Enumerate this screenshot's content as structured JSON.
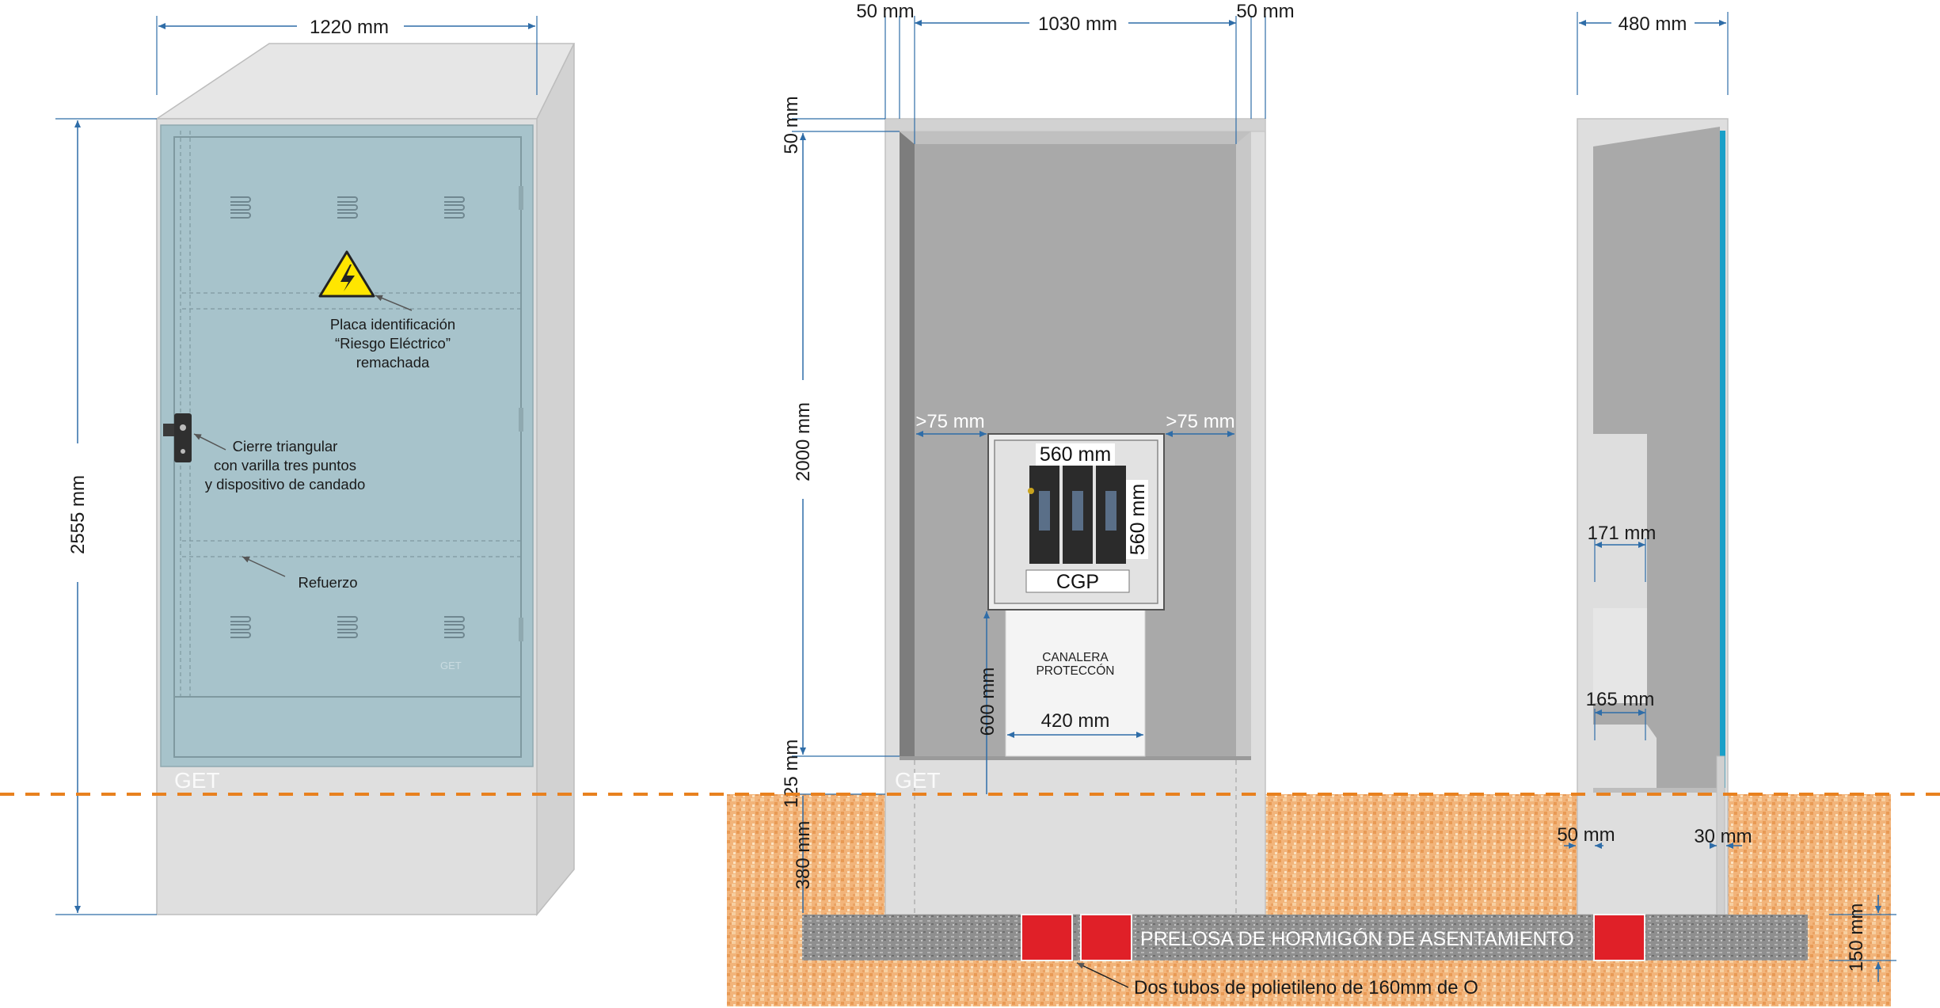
{
  "colors": {
    "dimension_line": "#2f6da8",
    "cabinet_body": "#dedede",
    "door_panel": "#a8c4cc",
    "ground_level_line": "#e8811f",
    "soil": "#f1b57c",
    "slab": "#8c8c8c",
    "duct_tube": "#e02028",
    "warning_sign": "#ffe600",
    "side_door_edge": "#1aa0c8"
  },
  "front_view": {
    "width_dim": "1220 mm",
    "height_dim": "2555 mm",
    "brand": "GET",
    "door_brand": "GET",
    "callouts": {
      "sign": [
        "Placa identificación",
        "“Riesgo Eléctrico”",
        "remachada"
      ],
      "lock": [
        "Cierre triangular",
        "con varilla tres puntos",
        "y dispositivo de candado"
      ],
      "reinforcement": "Refuerzo"
    },
    "icons": [
      "electrical-hazard-icon",
      "door-lock-icon"
    ]
  },
  "interior_view": {
    "dim_left_wall": "50 mm",
    "dim_inner_width": "1030 mm",
    "dim_right_wall": "50 mm",
    "dim_top_wall": "50 mm",
    "dim_inner_height": "2000 mm",
    "dim_base_above_ground": "125 mm",
    "dim_buried": "380 mm",
    "dim_clearance_left": ">75 mm",
    "dim_clearance_right": ">75 mm",
    "cgp_width": "560 mm",
    "cgp_height": "560 mm",
    "cgp_label": "CGP",
    "dim_cgp_height_from_base": "600 mm",
    "channel_label": [
      "CANALERA",
      "PROTECCÓN"
    ],
    "channel_width": "420 mm",
    "brand": "GET"
  },
  "side_view": {
    "depth_dim": "480 mm",
    "dim_upper_bracket": "171 mm",
    "dim_lower_bracket": "165 mm",
    "dim_back_wall": "50 mm",
    "dim_door": "30 mm",
    "dim_slab": "150 mm"
  },
  "foundation": {
    "slab_label": "PRELOSA DE HORMIGÓN DE ASENTAMIENTO",
    "tubes_callout": "Dos tubos de polietileno de 160mm de O"
  }
}
